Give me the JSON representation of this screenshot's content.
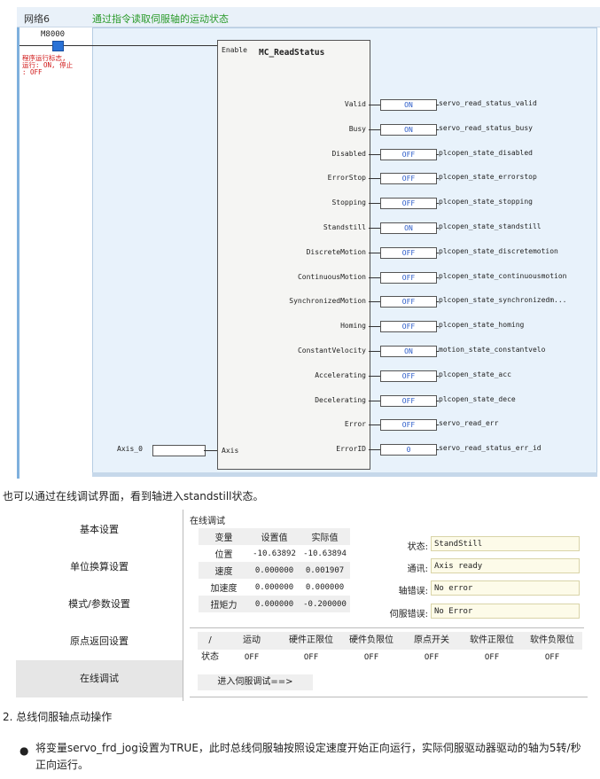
{
  "ladder": {
    "network_label": "网络6",
    "network_comment": "通过指令读取伺服轴的运动状态",
    "contact": {
      "name": "M8000",
      "note": "程序运行标志,\n运行: ON, 停止\n: OFF"
    },
    "function_block": {
      "enable_label": "Enable",
      "name": "MC_ReadStatus",
      "axis_pin": "Axis",
      "axis_input": "Axis_0",
      "outputs": [
        {
          "pin": "Valid",
          "value": "ON",
          "var": "servo_read_status_valid"
        },
        {
          "pin": "Busy",
          "value": "ON",
          "var": "servo_read_status_busy"
        },
        {
          "pin": "Disabled",
          "value": "OFF",
          "var": "plcopen_state_disabled"
        },
        {
          "pin": "ErrorStop",
          "value": "OFF",
          "var": "plcopen_state_errorstop"
        },
        {
          "pin": "Stopping",
          "value": "OFF",
          "var": "plcopen_state_stopping"
        },
        {
          "pin": "Standstill",
          "value": "ON",
          "var": "plcopen_state_standstill"
        },
        {
          "pin": "DiscreteMotion",
          "value": "OFF",
          "var": "plcopen_state_discretemotion"
        },
        {
          "pin": "ContinuousMotion",
          "value": "OFF",
          "var": "plcopen_state_continuousmotion"
        },
        {
          "pin": "SynchronizedMotion",
          "value": "OFF",
          "var": "plcopen_state_synchronizedm..."
        },
        {
          "pin": "Homing",
          "value": "OFF",
          "var": "plcopen_state_homing"
        },
        {
          "pin": "ConstantVelocity",
          "value": "ON",
          "var": "motion_state_constantvelo"
        },
        {
          "pin": "Accelerating",
          "value": "OFF",
          "var": "plcopen_state_acc"
        },
        {
          "pin": "Decelerating",
          "value": "OFF",
          "var": "plcopen_state_dece"
        },
        {
          "pin": "Error",
          "value": "OFF",
          "var": "servo_read_err"
        },
        {
          "pin": "ErrorID",
          "value": "0",
          "var": "servo_read_status_err_id"
        }
      ]
    }
  },
  "caption": "也可以通过在线调试界面，看到轴进入standstill状态。",
  "debug": {
    "sidebar": [
      "基本设置",
      "单位换算设置",
      "模式/参数设置",
      "原点返回设置",
      "在线调试"
    ],
    "active_index": 4,
    "panel_title": "在线调试",
    "value_table": {
      "headers": [
        "变量",
        "设置值",
        "实际值"
      ],
      "rows": [
        [
          "位置",
          "-10.63892",
          "-10.63894"
        ],
        [
          "速度",
          "0.000000",
          "0.001907"
        ],
        [
          "加速度",
          "0.000000",
          "0.000000"
        ],
        [
          "扭矩力",
          "0.000000",
          "-0.200000"
        ]
      ]
    },
    "status_fields": [
      {
        "label": "状态:",
        "value": "StandStill"
      },
      {
        "label": "通讯:",
        "value": "Axis ready"
      },
      {
        "label": "轴错误:",
        "value": "No error"
      },
      {
        "label": "伺服错误:",
        "value": "No Error"
      }
    ],
    "io_table": {
      "headers": [
        "/",
        "运动",
        "硬件正限位",
        "硬件负限位",
        "原点开关",
        "软件正限位",
        "软件负限位"
      ],
      "row_label": "状态",
      "values": [
        "OFF",
        "OFF",
        "OFF",
        "OFF",
        "OFF",
        "OFF"
      ]
    },
    "servo_button": "进入伺服调试==>"
  },
  "section_heading": "2. 总线伺服轴点动操作",
  "bullet": "将变量servo_frd_jog设置为TRUE，此时总线伺服轴按照设定速度开始正向运行，实际伺服驱动器驱动的轴为5转/秒正向运行。"
}
